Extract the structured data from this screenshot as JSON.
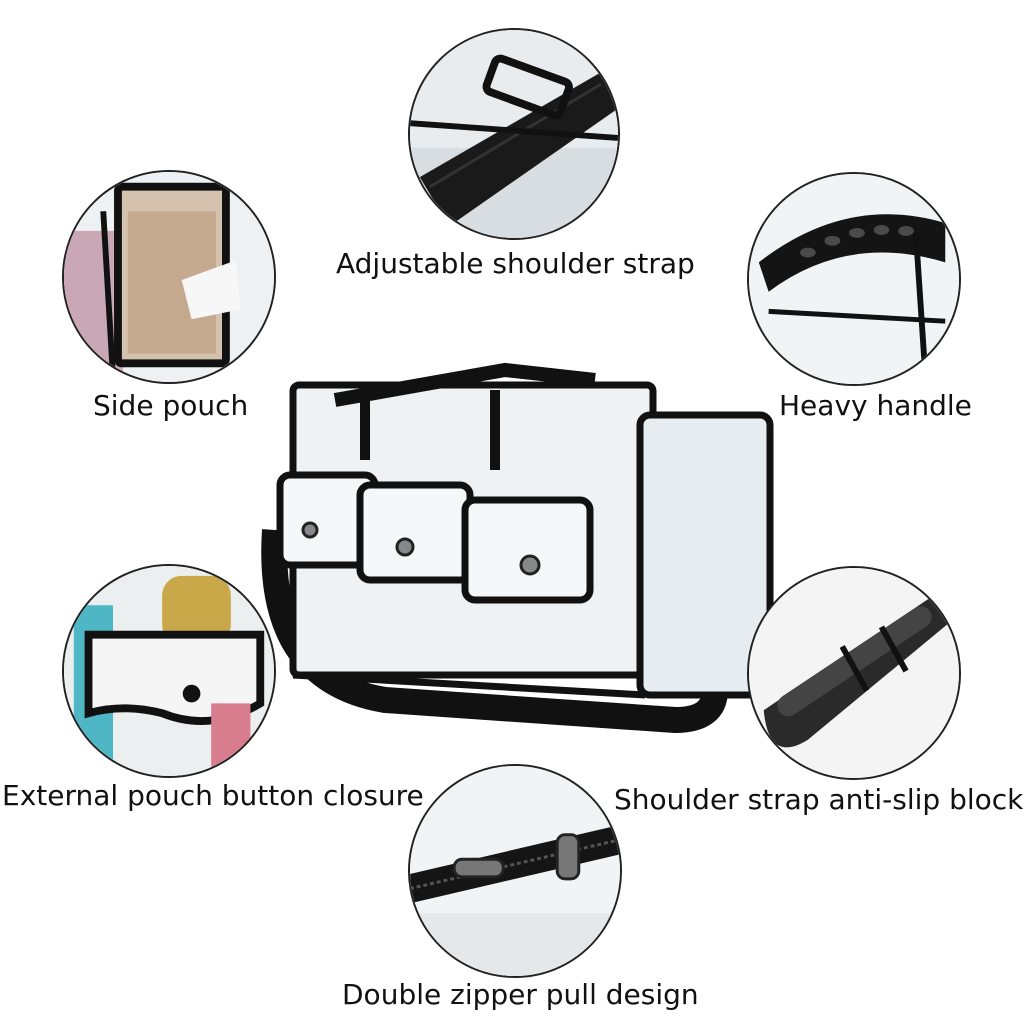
{
  "features": {
    "strap": {
      "label": "Adjustable shoulder strap",
      "icon": "adjustable-strap-photo"
    },
    "side_pouch": {
      "label": "Side pouch",
      "icon": "side-pouch-photo"
    },
    "handle": {
      "label": "Heavy handle",
      "icon": "handle-photo"
    },
    "button_closure": {
      "label": "External pouch button closure",
      "icon": "button-closure-photo"
    },
    "anti_slip": {
      "label": "Shoulder strap anti-slip block",
      "icon": "anti-slip-pad-photo"
    },
    "zipper": {
      "label": "Double zipper pull design",
      "icon": "zipper-photo"
    }
  },
  "product": {
    "icon": "clear-bag-photo"
  },
  "colors": {
    "trim": "#111111",
    "clear": "#e9eef1",
    "background": "#ffffff"
  }
}
